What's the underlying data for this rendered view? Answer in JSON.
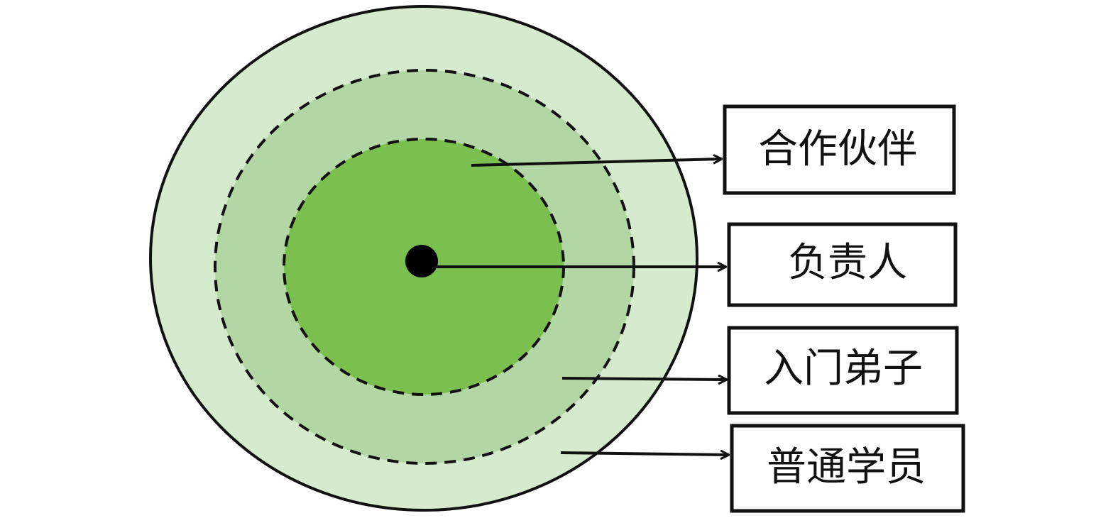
{
  "diagram": {
    "colors": {
      "outer_ring": "#d6eacd",
      "middle_ring": "#b3d7a4",
      "inner_circle": "#7bbf4f",
      "center_dot": "#000000",
      "stroke": "#111111",
      "box_fill": "#ffffff"
    },
    "labels": {
      "partner": "合作伙伴",
      "leader": "负责人",
      "disciple": "入门弟子",
      "student": "普通学员"
    }
  }
}
